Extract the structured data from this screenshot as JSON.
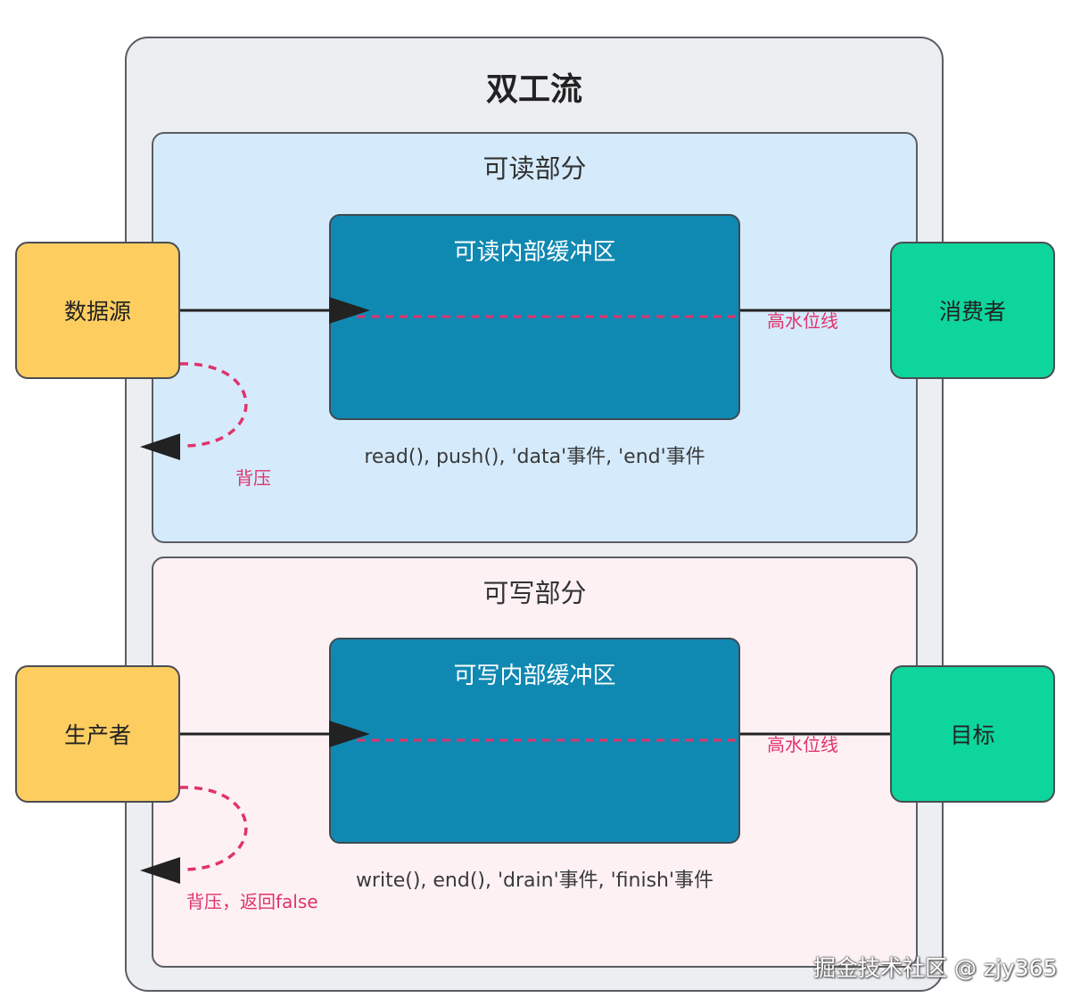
{
  "title": "双工流",
  "readable": {
    "title": "可读部分",
    "buffer_title": "可读内部缓冲区",
    "source": "数据源",
    "consumer": "消费者",
    "high_water": "高水位线",
    "backpressure": "背压",
    "methods": "read(), push(), 'data'事件, 'end'事件"
  },
  "writable": {
    "title": "可写部分",
    "buffer_title": "可写内部缓冲区",
    "producer": "生产者",
    "target": "目标",
    "high_water": "高水位线",
    "backpressure": "背压，返回false",
    "methods": "write(), end(), 'drain'事件, 'finish'事件"
  },
  "watermark": "掘金技术社区 @ zjy365",
  "colors": {
    "outer_bg": "#eceef1",
    "readable_bg": "#d5ebfc",
    "writable_bg": "#fdf1f4",
    "buffer": "#1089b2",
    "source_node": "#fdcd60",
    "sink_node": "#0dd59c",
    "accent": "#e0336b"
  }
}
